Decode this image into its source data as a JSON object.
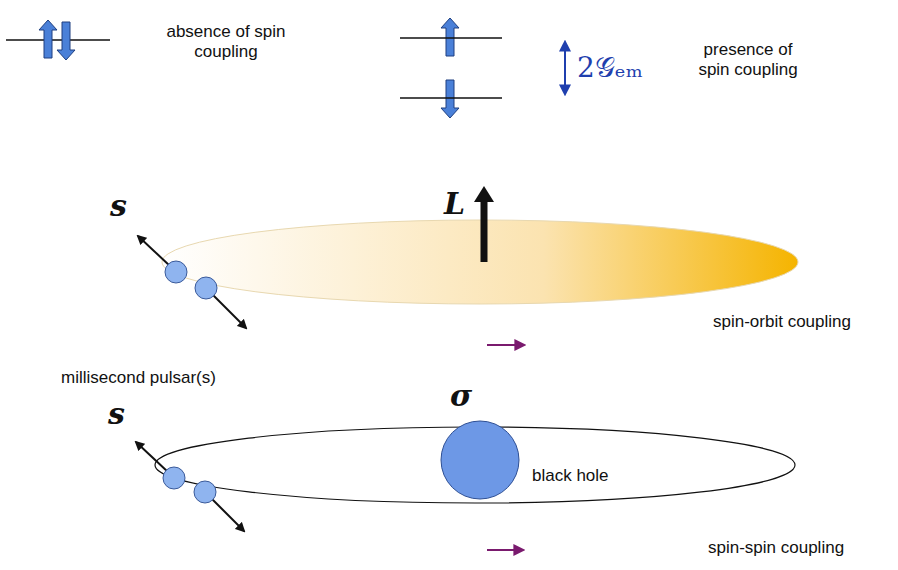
{
  "diagram": {
    "nodes": [
      {
        "text": [
          "black hole"
        ]
      }
    ],
    "labels": [
      "absence of spin coupling",
      "2𝒢ₑₘ",
      "presence of spin coupling",
      "s",
      "L",
      "millisecond pulsar(s)",
      "spin-orbit coupling",
      "s",
      "σ",
      "spin-spin coupling"
    ]
  }
}
